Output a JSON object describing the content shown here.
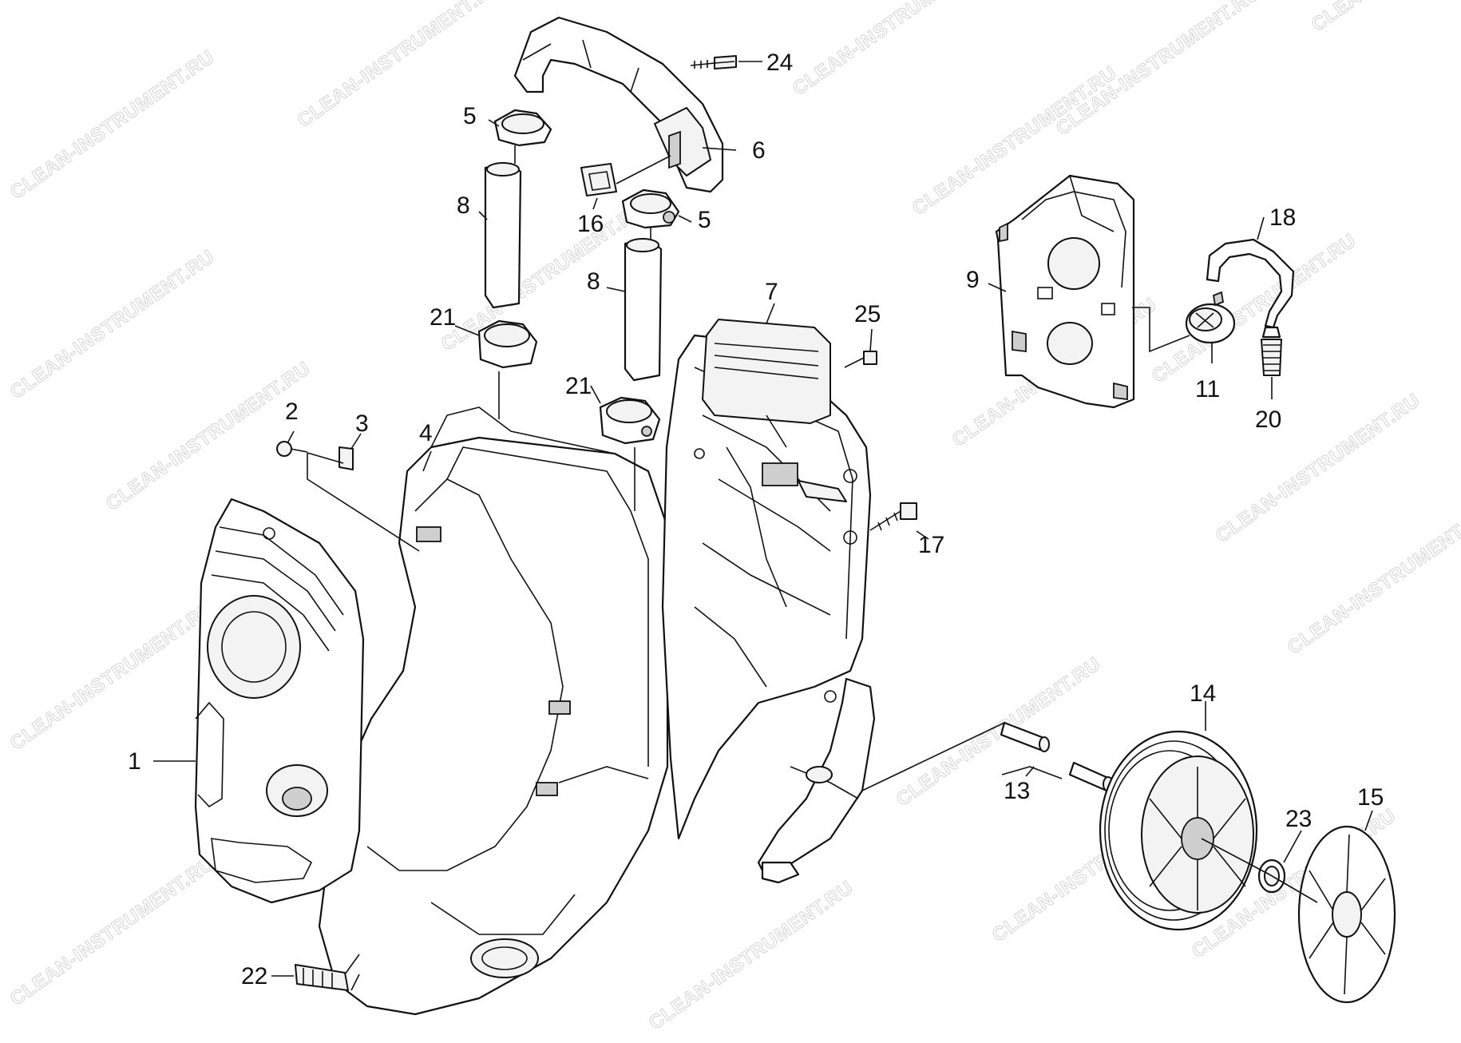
{
  "watermark": "CLEAN-INSTRUMENT.RU",
  "callouts": [
    {
      "id": "c1",
      "label": "1"
    },
    {
      "id": "c2",
      "label": "2"
    },
    {
      "id": "c3",
      "label": "3"
    },
    {
      "id": "c4",
      "label": "4"
    },
    {
      "id": "c5a",
      "label": "5"
    },
    {
      "id": "c5b",
      "label": "5"
    },
    {
      "id": "c6",
      "label": "6"
    },
    {
      "id": "c7",
      "label": "7"
    },
    {
      "id": "c8a",
      "label": "8"
    },
    {
      "id": "c8b",
      "label": "8"
    },
    {
      "id": "c9",
      "label": "9"
    },
    {
      "id": "c11",
      "label": "11"
    },
    {
      "id": "c13",
      "label": "13"
    },
    {
      "id": "c14",
      "label": "14"
    },
    {
      "id": "c15",
      "label": "15"
    },
    {
      "id": "c16",
      "label": "16"
    },
    {
      "id": "c17",
      "label": "17"
    },
    {
      "id": "c18",
      "label": "18"
    },
    {
      "id": "c20",
      "label": "20"
    },
    {
      "id": "c21a",
      "label": "21"
    },
    {
      "id": "c21b",
      "label": "21"
    },
    {
      "id": "c22",
      "label": "22"
    },
    {
      "id": "c23",
      "label": "23"
    },
    {
      "id": "c24",
      "label": "24"
    },
    {
      "id": "c25",
      "label": "25"
    }
  ]
}
